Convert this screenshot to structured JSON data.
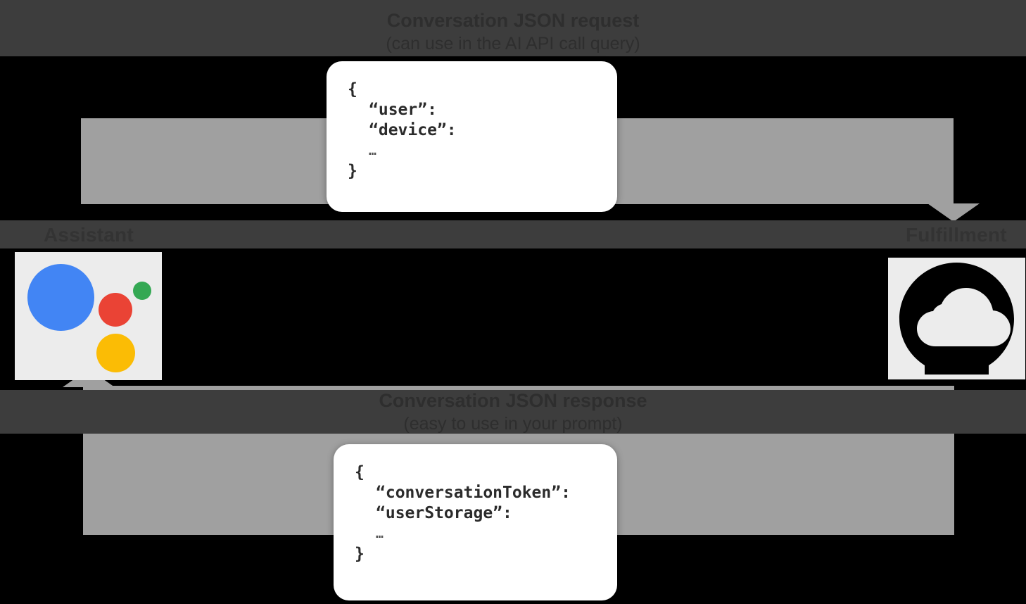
{
  "diagram": {
    "title": "Conversation request / response flow",
    "background_color": "#000000",
    "band_color": "#a0a0a0",
    "strip_color": "#3d3d3d"
  },
  "nodes": {
    "assistant": {
      "label": "Assistant",
      "icon": "google-assistant-logo",
      "colors": {
        "blue": "#4285F4",
        "red": "#EA4335",
        "green": "#34A853",
        "yellow": "#FBBC05"
      }
    },
    "fulfillment": {
      "label": "Fulfillment",
      "icon": "cloud-logo",
      "colors": {
        "badge": "#000000",
        "cloud": "#ececec"
      }
    }
  },
  "flows": {
    "request": {
      "title": "Conversation JSON request",
      "subtitle": "(can use in the AI API call query)",
      "direction": "assistant-to-fulfillment"
    },
    "response": {
      "title": "Conversation JSON response",
      "subtitle": "(easy to use in your prompt)",
      "direction": "fulfillment-to-assistant"
    }
  },
  "code_request": {
    "lines": [
      "{",
      "“user”:",
      "“device”:",
      "…",
      "}"
    ]
  },
  "code_response": {
    "lines": [
      "{",
      "“conversationToken”:",
      "“userStorage”:",
      "…",
      "}"
    ]
  }
}
